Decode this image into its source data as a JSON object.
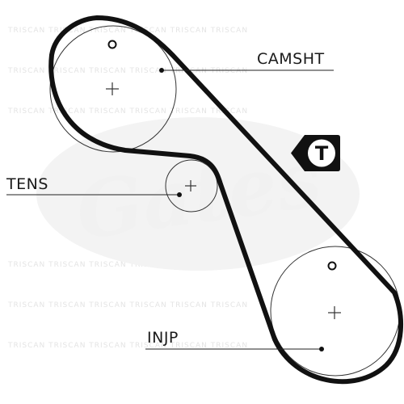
{
  "labels": {
    "camshaft": "CAMSHT",
    "tensioner": "TENS",
    "injection_pump": "INJP"
  },
  "badge": {
    "letter": "T",
    "icon": "tensioner-marker-icon"
  },
  "watermark": {
    "logo_text": "Gates",
    "pattern_text": "TRISCAN TRISCAN TRISCAN TRISCAN TRISCAN TRISCAN"
  },
  "colors": {
    "belt": "#111111",
    "pulley": "#333333",
    "watermark": "#eeeeee",
    "background": "#ffffff"
  }
}
